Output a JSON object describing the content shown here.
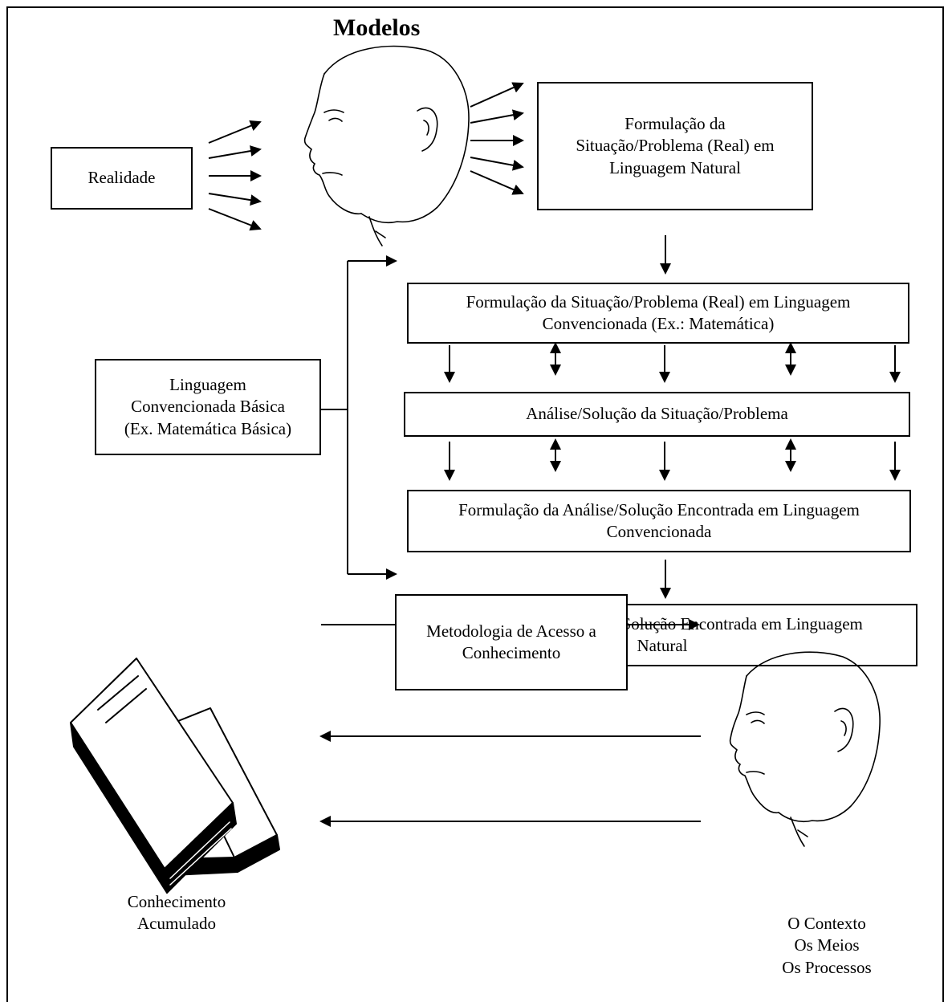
{
  "title": "Modelos",
  "boxes": {
    "realidade": "Realidade",
    "natural_formulation": "Formulação da\nSituação/Problema (Real) em\nLinguagem Natural",
    "conventional_formulation": "Formulação da Situação/Problema (Real) em Linguagem\nConvencionada (Ex.: Matemática)",
    "basic_language": "Linguagem\nConvencionada Básica\n(Ex. Matemática Básica)",
    "analysis": "Análise/Solução da Situação/Problema",
    "solution_conventional": "Formulação da Análise/Solução Encontrada em Linguagem\nConvencionada",
    "solution_natural": "Formulação da Análise/Solução Encontrada em Linguagem\nNatural",
    "methodology": "Metodologia de Acesso a\nConhecimento"
  },
  "captions": {
    "knowledge": "Conhecimento\nAcumulado",
    "context": "O Contexto\nOs Meios\nOs Processos"
  },
  "icons": [
    "head-profile-icon",
    "head-profile-icon",
    "books-icon"
  ]
}
